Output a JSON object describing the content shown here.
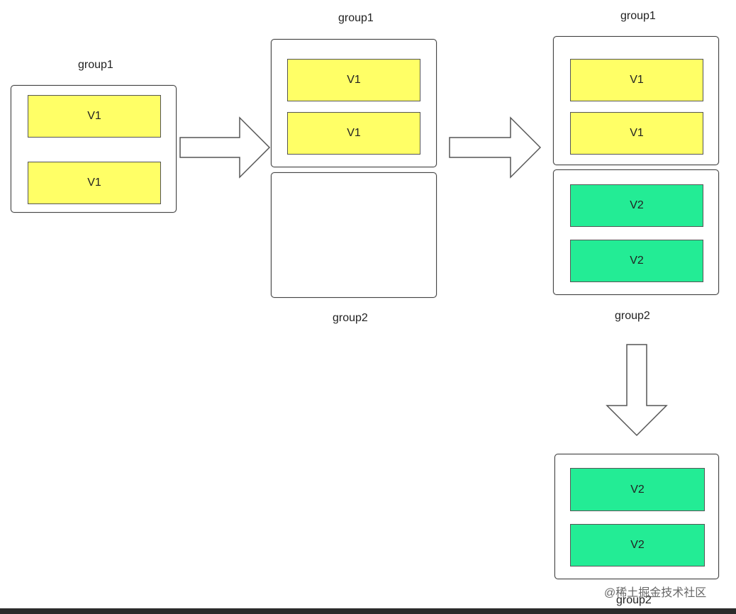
{
  "labels": {
    "g1_left": "group1",
    "g1_mid": "group1",
    "g2_mid": "group2",
    "g1_right": "group1",
    "g2_right": "group2",
    "g2_bottom": "group2"
  },
  "boxes": {
    "left_a": "V1",
    "left_b": "V1",
    "mid_a": "V1",
    "mid_b": "V1",
    "right_a": "V1",
    "right_b": "V1",
    "right_c": "V2",
    "right_d": "V2",
    "bottom_a": "V2",
    "bottom_b": "V2"
  },
  "watermark": "@稀土掘金技术社区",
  "colors": {
    "v1_fill": "#ffff66",
    "v2_fill": "#23ec95",
    "border": "#444444"
  }
}
